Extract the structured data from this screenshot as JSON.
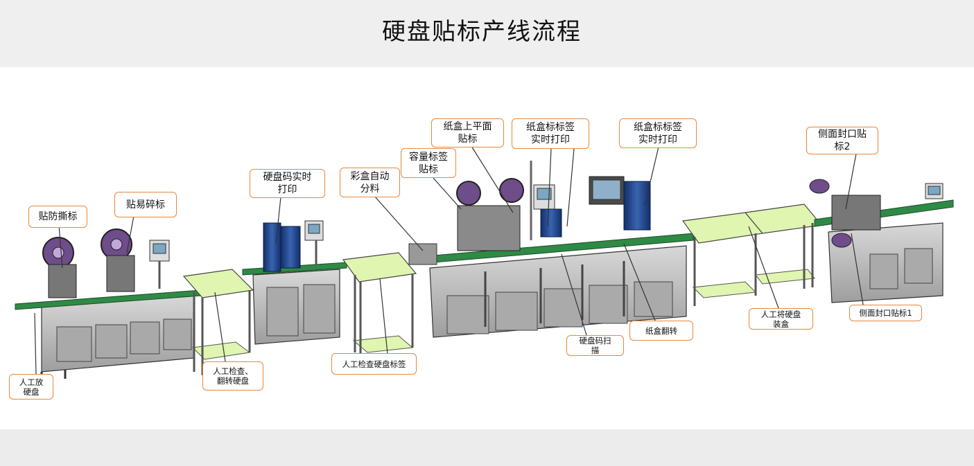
{
  "title": "硬盘贴标产线流程",
  "colors": {
    "callout_border": "#e8873a",
    "table_top": "#dff5b0",
    "machine_body": "#c4c4c4",
    "conveyor": "#2f8a45",
    "blue_unit": "#1d3d7a"
  },
  "callouts": {
    "manual_place": "人工放\n硬盘",
    "anti_tear_label": "贴防撕标",
    "fragile_label": "贴易碎标",
    "manual_check_flip": "人工检查、\n翻转硬盘",
    "hdd_code_print": "硬盘码实时\n打印",
    "color_box_sort": "彩盒自动\n分料",
    "manual_check_label": "人工检查硬盘标签",
    "capacity_label": "容量标签\n贴标",
    "carton_top_label": "纸盒上平面\n贴标",
    "carton_label_print_1": "纸盒标标签\n实时打印",
    "carton_label_print_2": "纸盒标标签\n实时打印",
    "hdd_code_scan": "硬盘码扫\n描",
    "carton_flip": "纸盒翻转",
    "manual_boxing": "人工将硬盘\n装盒",
    "side_seal_label_2": "侧面封口贴\n标2",
    "side_seal_label_1": "侧面封口贴标1"
  }
}
